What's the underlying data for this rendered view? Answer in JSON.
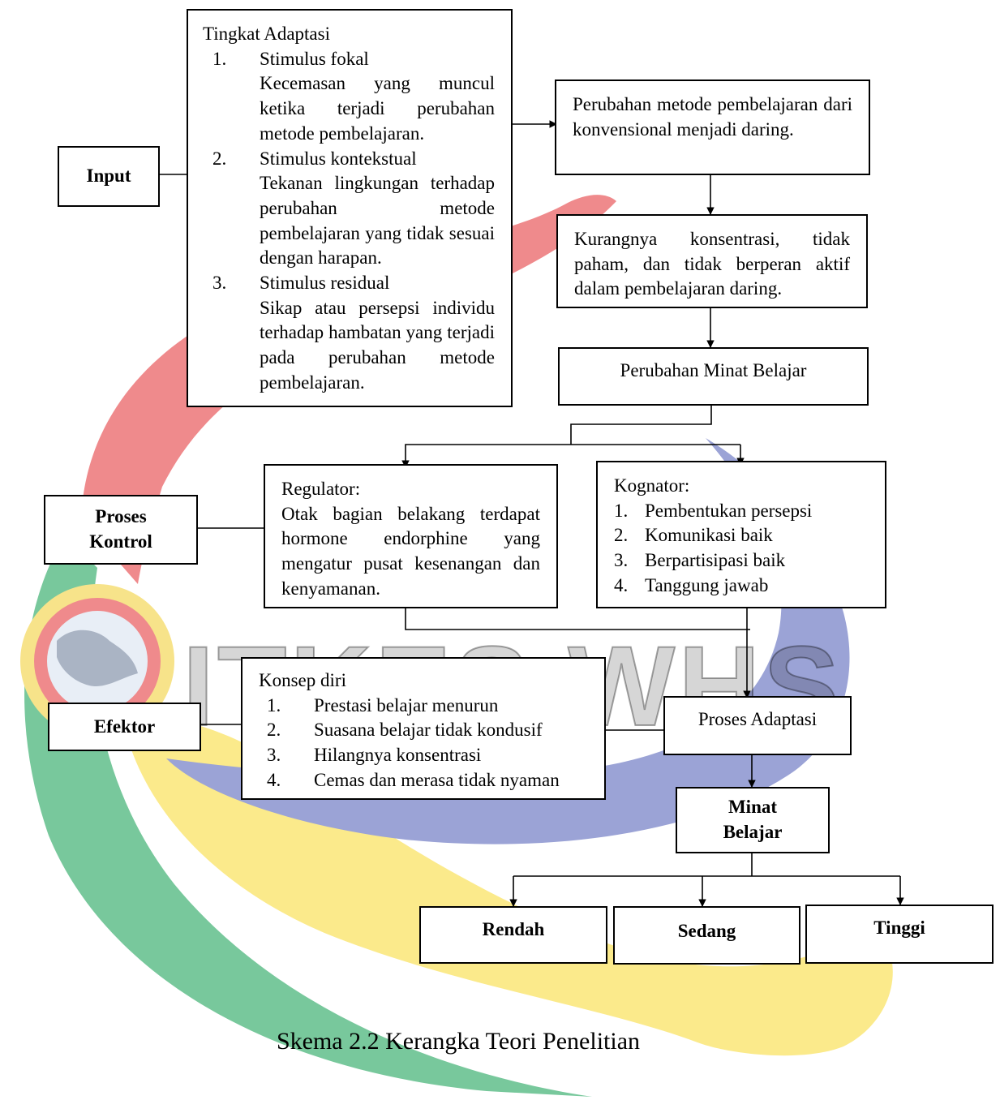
{
  "colors": {
    "red": "#ef8a8c",
    "blue": "#9ba3d6",
    "yellow": "#fbea8b",
    "green": "#78c89c"
  },
  "watermark": "ITKES WHS",
  "diagram": {
    "input": "Input",
    "tingkat_adaptasi": {
      "title": "Tingkat Adaptasi",
      "items": [
        {
          "num": "1.",
          "head": "Stimulus fokal",
          "desc": "Kecemasan yang muncul ketika terjadi perubahan metode pembelajaran."
        },
        {
          "num": "2.",
          "head": "Stimulus kontekstual",
          "desc": "Tekanan lingkungan terhadap perubahan metode pembelajaran yang tidak sesuai dengan harapan."
        },
        {
          "num": "3.",
          "head": "Stimulus residual",
          "desc": "Sikap atau persepsi individu terhadap hambatan yang terjadi pada perubahan metode pembelajaran."
        }
      ]
    },
    "perubahan_metode": "Perubahan metode pembelajaran dari konvensional menjadi daring.",
    "kurangnya": "Kurangnya konsentrasi, tidak paham, dan tidak berperan aktif dalam pembelajaran daring.",
    "perubahan_minat": "Perubahan Minat Belajar",
    "proses_kontrol": [
      "Proses",
      "Kontrol"
    ],
    "regulator": {
      "title": "Regulator:",
      "desc": "Otak bagian belakang terdapat hormone endorphine yang mengatur pusat kesenangan dan kenyamanan."
    },
    "kognator": {
      "title": "Kognator:",
      "items": [
        {
          "num": "1.",
          "text": "Pembentukan persepsi"
        },
        {
          "num": "2.",
          "text": "Komunikasi baik"
        },
        {
          "num": "3.",
          "text": "Berpartisipasi baik"
        },
        {
          "num": "4.",
          "text": "Tanggung jawab"
        }
      ]
    },
    "efektor": "Efektor",
    "konsep_diri": {
      "title": "Konsep diri",
      "items": [
        {
          "num": "1.",
          "text": "Prestasi belajar menurun"
        },
        {
          "num": "2.",
          "text": "Suasana belajar tidak kondusif"
        },
        {
          "num": "3.",
          "text": "Hilangnya konsentrasi"
        },
        {
          "num": "4.",
          "text": "Cemas dan merasa tidak nyaman"
        }
      ]
    },
    "proses_adaptasi": "Proses Adaptasi",
    "minat_belajar": [
      "Minat",
      "Belajar"
    ],
    "outcomes": {
      "rendah": "Rendah",
      "sedang": "Sedang",
      "tinggi": "Tinggi"
    }
  },
  "caption": "Skema 2.2 Kerangka Teori Penelitian"
}
